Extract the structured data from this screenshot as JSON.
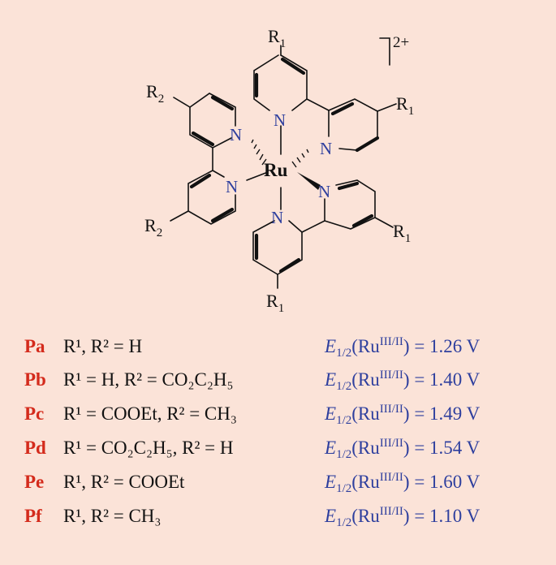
{
  "structure": {
    "metal": "Ru",
    "donor_atom": "N",
    "charge": "2+",
    "substituent_1": "R",
    "substituent_1_sub": "1",
    "substituent_2": "R",
    "substituent_2_sub": "2"
  },
  "compounds": [
    {
      "code": "Pa",
      "substituents": "R¹, R² = H",
      "potential_label": "E",
      "potential_sub": "1/2",
      "potential_metal": "Ru",
      "potential_sup": "III/II",
      "potential_value": ") = 1.26 V"
    },
    {
      "code": "Pb",
      "substituents": "R¹ = H, R² = CO₂C₂H₅",
      "potential_label": "E",
      "potential_sub": "1/2",
      "potential_metal": "Ru",
      "potential_sup": "III/II",
      "potential_value": ") = 1.40 V"
    },
    {
      "code": "Pc",
      "substituents": "R¹ = COOEt, R² = CH₃",
      "potential_label": "E",
      "potential_sub": "1/2",
      "potential_metal": "Ru",
      "potential_sup": "III/II",
      "potential_value": ") = 1.49 V"
    },
    {
      "code": "Pd",
      "substituents": "R¹ = CO₂C₂H₅, R² = H",
      "potential_label": "E",
      "potential_sub": "1/2",
      "potential_metal": "Ru",
      "potential_sup": "III/II",
      "potential_value": ") = 1.54 V"
    },
    {
      "code": "Pe",
      "substituents": "R¹, R² = COOEt",
      "potential_label": "E",
      "potential_sub": "1/2",
      "potential_metal": "Ru",
      "potential_sup": "III/II",
      "potential_value": ") = 1.60 V"
    },
    {
      "code": "Pf",
      "substituents": "R¹, R² = CH₃",
      "potential_label": "E",
      "potential_sub": "1/2",
      "potential_metal": "Ru",
      "potential_sup": "III/II",
      "potential_value": ") = 1.10 V"
    }
  ],
  "colors": {
    "background": "#fbe3d8",
    "compound_code": "#d42b1c",
    "potential_text": "#2e3f9e",
    "nitrogen": "#2e3f9e"
  }
}
